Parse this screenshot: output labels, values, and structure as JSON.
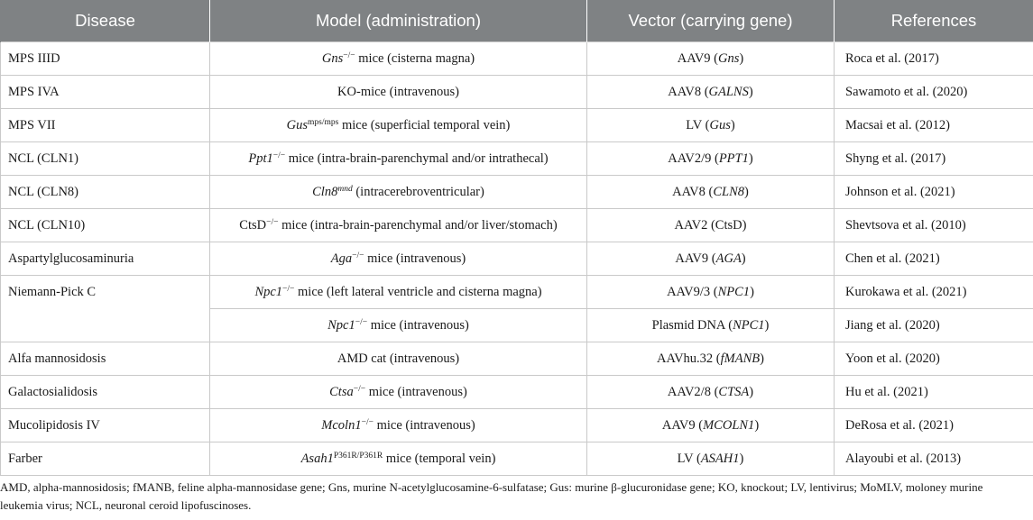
{
  "table": {
    "headers": {
      "disease": "Disease",
      "model": "Model (administration)",
      "vector": "Vector (carrying gene)",
      "references": "References"
    },
    "rows": [
      {
        "disease": "MPS IIID",
        "model": {
          "gene": "Gns",
          "sup": "−/−",
          "rest": " mice (cisterna magna)"
        },
        "vector": {
          "pre": "AAV9 (",
          "gene": "Gns",
          "post": ")"
        },
        "ref": "Roca et al. (2017)"
      },
      {
        "disease": "MPS IVA",
        "model": {
          "plain": "KO-mice (intravenous)"
        },
        "vector": {
          "pre": "AAV8 (",
          "gene": "GALNS",
          "post": ")"
        },
        "ref": "Sawamoto et al. (2020)"
      },
      {
        "disease": "MPS VII",
        "model": {
          "gene": "Gus",
          "sup": "mps/mps",
          "rest": " mice (superficial temporal vein)"
        },
        "vector": {
          "pre": "LV (",
          "gene": "Gus",
          "post": ")"
        },
        "ref": "Macsai et al. (2012)"
      },
      {
        "disease": "NCL (CLN1)",
        "model": {
          "gene": "Ppt1",
          "sup": "−/−",
          "rest": " mice (intra-brain-parenchymal and/or intrathecal)"
        },
        "vector": {
          "pre": "AAV2/9 (",
          "gene": "PPT1",
          "post": ")"
        },
        "ref": "Shyng et al. (2017)"
      },
      {
        "disease": "NCL (CLN8)",
        "model": {
          "gene": "Cln8",
          "sup": "mnd",
          "rest": " (intracerebroventricular)"
        },
        "vector": {
          "pre": "AAV8 (",
          "gene": "CLN8",
          "post": ")"
        },
        "ref": "Johnson et al. (2021)"
      },
      {
        "disease": "NCL (CLN10)",
        "model": {
          "plainpre": "CtsD",
          "sup": "−/−",
          "rest": " mice (intra-brain-parenchymal and/or liver/stomach)"
        },
        "vector": {
          "plain": "AAV2 (CtsD)"
        },
        "ref": "Shevtsova et al. (2010)"
      },
      {
        "disease": "Aspartylglucosaminuria",
        "model": {
          "gene": "Aga",
          "sup": "−/−",
          "rest": " mice (intravenous)"
        },
        "vector": {
          "pre": "AAV9 (",
          "gene": "AGA",
          "post": ")"
        },
        "ref": "Chen et al. (2021)"
      },
      {
        "disease": "Niemann-Pick C",
        "model": {
          "gene": "Npc1",
          "sup": "−/−",
          "rest": " mice (left lateral ventricle and cisterna magna)"
        },
        "vector": {
          "pre": "AAV9/3 (",
          "gene": "NPC1",
          "post": ")"
        },
        "ref": "Kurokawa et al. (2021)"
      },
      {
        "disease": "",
        "model": {
          "gene": "Npc1",
          "sup": "−/−",
          "rest": " mice (intravenous)"
        },
        "vector": {
          "pre": "Plasmid DNA (",
          "gene": "NPC1",
          "post": ")"
        },
        "ref": "Jiang et al. (2020)"
      },
      {
        "disease": "Alfa mannosidosis",
        "model": {
          "plain": "AMD cat (intravenous)"
        },
        "vector": {
          "pre": "AAVhu.32 (",
          "gene": "fMANB",
          "post": ")"
        },
        "ref": "Yoon et al. (2020)"
      },
      {
        "disease": "Galactosialidosis",
        "model": {
          "gene": "Ctsa",
          "sup": "−/−",
          "rest": " mice (intravenous)"
        },
        "vector": {
          "pre": "AAV2/8 (",
          "gene": "CTSA",
          "post": ")"
        },
        "ref": "Hu et al. (2021)"
      },
      {
        "disease": "Mucolipidosis IV",
        "model": {
          "gene": "Mcoln1",
          "sup": "−/−",
          "rest": " mice (intravenous)"
        },
        "vector": {
          "pre": "AAV9 (",
          "gene": "MCOLN1",
          "post": ")"
        },
        "ref": "DeRosa et al. (2021)"
      },
      {
        "disease": "Farber",
        "model": {
          "gene": "Asah1",
          "sup": "P361R/P361R",
          "rest": " mice (temporal vein)"
        },
        "vector": {
          "pre": "LV (",
          "gene": "ASAH1",
          "post": ")"
        },
        "ref": "Alayoubi et al. (2013)"
      }
    ]
  },
  "footnote": "AMD, alpha-mannosidosis; fMANB, feline alpha-mannosidase gene; Gns, murine N-acetylglucosamine-6-sulfatase; Gus: murine β-glucuronidase gene; KO, knockout; LV, lentivirus; MoMLV, moloney murine leukemia virus; NCL, neuronal ceroid lipofuscinoses.",
  "colors": {
    "header_bg": "#7f8284",
    "header_text": "#ffffff",
    "grid": "#c9c9c9"
  }
}
